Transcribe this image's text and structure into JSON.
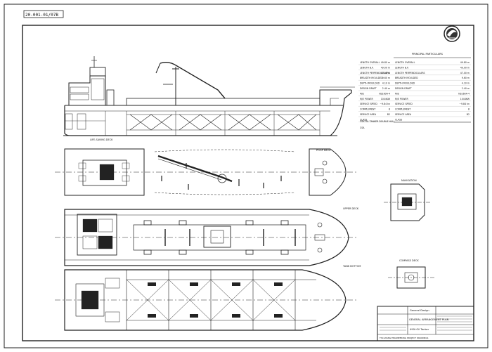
{
  "drawing_number": "20-001-01/07B",
  "views": {
    "side_elevation_label": "LIFE-SAVING DECK",
    "poop_deck_label": "POOP DECK",
    "upper_deck_label": "UPPER DECK",
    "tank_bottom_label": "TANK BOTTOM",
    "navigation_deck_label": "NAVIGATION",
    "compass_deck_label": "COMPASS DECK"
  },
  "particulars": {
    "title": "PRINCIPAL PARTICULARS",
    "rows": [
      {
        "label": "LENGTH OVERALL",
        "value": "49.80 m",
        "value2": "49.80 m"
      },
      {
        "label": "LENGTH B.P.",
        "value": "49.00 m",
        "value2": "49.00 m"
      },
      {
        "label": "LENGTH PERPENDICULARS",
        "value": "47.00 m",
        "value2": "47.00 m"
      },
      {
        "label": "BREADTH MOULDED",
        "value": "9.60 m",
        "value2": "9.60 m"
      },
      {
        "label": "DEPTH MOULDED",
        "value": "4.10 m",
        "value2": "4.10 m"
      },
      {
        "label": "DESIGN DRAFT",
        "value": "2.40 m",
        "value2": "2.40 m"
      },
      {
        "label": "M/E",
        "value": "NS160A-4",
        "value2": "NS160A-4"
      },
      {
        "label": "M/E POWER",
        "value": "1044KW",
        "value2": "1044KW"
      },
      {
        "label": "SERVICE SPEED",
        "value": "~9.84 kn",
        "value2": "~9.84 kn"
      },
      {
        "label": "COMPLEMENT",
        "value": "8",
        "value2": "8"
      },
      {
        "label": "SERVICE AREA",
        "value": "B2",
        "value2": "B2"
      },
      {
        "label": "CLASS",
        "value": "",
        "value2": ""
      }
    ],
    "note1": "CSA OIL TANKER DOUBLE HULL",
    "note2": "CSA"
  },
  "title_block": {
    "dept": "General Design",
    "plan_title": "GENERAL ARRANGEMENT PLAN",
    "vessel": "490t Oil Tanker",
    "footer": "TSC-WANG ENGINEERING  PROJECT DRAWINGS"
  }
}
